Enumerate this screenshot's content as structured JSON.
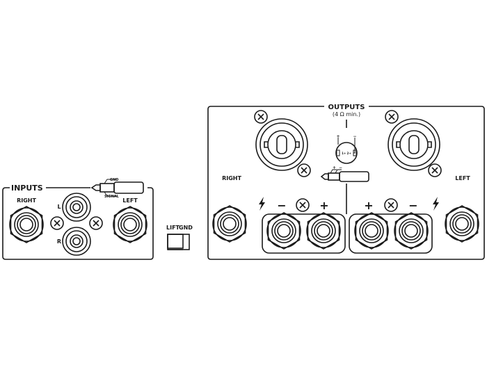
{
  "inputs_panel": {
    "title": "INPUTS",
    "right_label": "RIGHT",
    "left_label": "LEFT",
    "rca_l_label": "L",
    "rca_r_label": "R",
    "jack_gnd_label": "GND",
    "jack_signal_label": "SIGNAL"
  },
  "ground_switch": {
    "lift_label": "LIFT",
    "gnd_label": "GND"
  },
  "outputs_panel": {
    "title": "OUTPUTS",
    "subtitle": "(4 Ω min.)",
    "right_label": "RIGHT",
    "left_label": "LEFT",
    "minus_sign": "−",
    "plus_sign": "+",
    "speakon_pin_plus": "+",
    "speakon_pin_minus": "−",
    "speakon_pins": "1+ 2+",
    "jack_plus": "+",
    "jack_minus": "−"
  },
  "colors": {
    "line": "#1a1a1a",
    "background": "#ffffff"
  }
}
